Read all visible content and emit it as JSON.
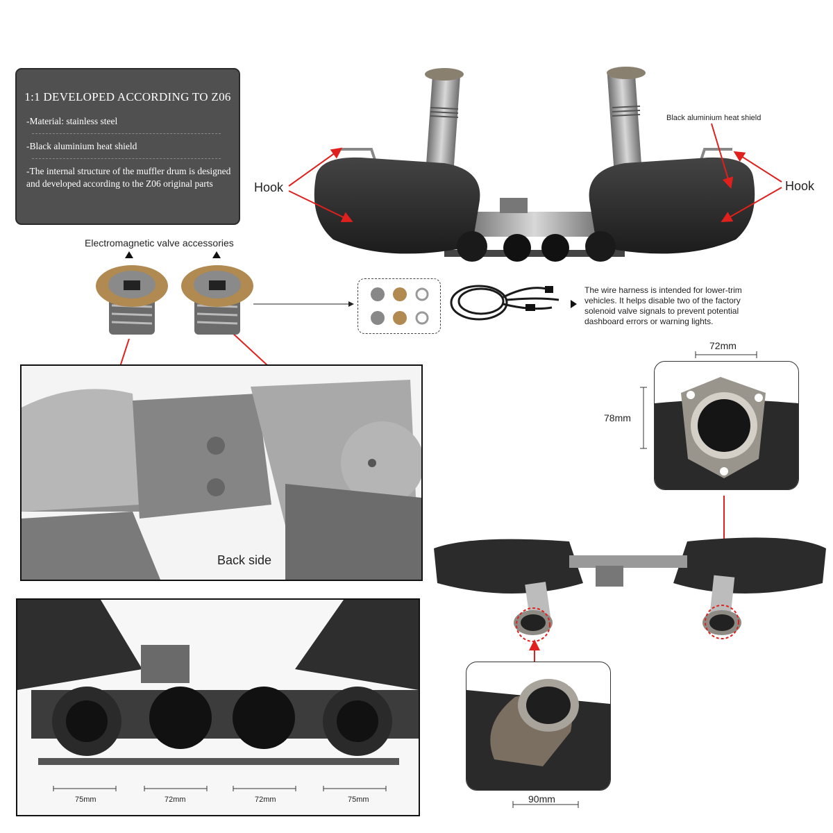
{
  "spec": {
    "title": "1:1 DEVELOPED ACCORDING TO Z06",
    "material": "-Material: stainless steel",
    "shield": "-Black aluminium heat shield",
    "internal": "-The internal structure of the muffler drum is designed and developed according to the Z06 original parts"
  },
  "labels": {
    "hook_left": "Hook",
    "hook_right": "Hook",
    "heat_shield": "Black aluminium heat shield",
    "valve_accessories": "Electromagnetic valve accessories",
    "back_side": "Back side",
    "harness_note": "The wire harness is intended for lower-trim vehicles. It helps disable two of the factory solenoid valve signals to prevent potential dashboard errors or warning lights."
  },
  "dimensions": {
    "flange_width": "72mm",
    "flange_height": "78mm",
    "outlet_width": "90mm",
    "tips": [
      "75mm",
      "72mm",
      "72mm",
      "75mm"
    ]
  },
  "colors": {
    "card_bg": "#505050",
    "arrow_red": "#e0201c",
    "metal": "#9a9a9a",
    "shield_black": "#2b2b2b"
  }
}
